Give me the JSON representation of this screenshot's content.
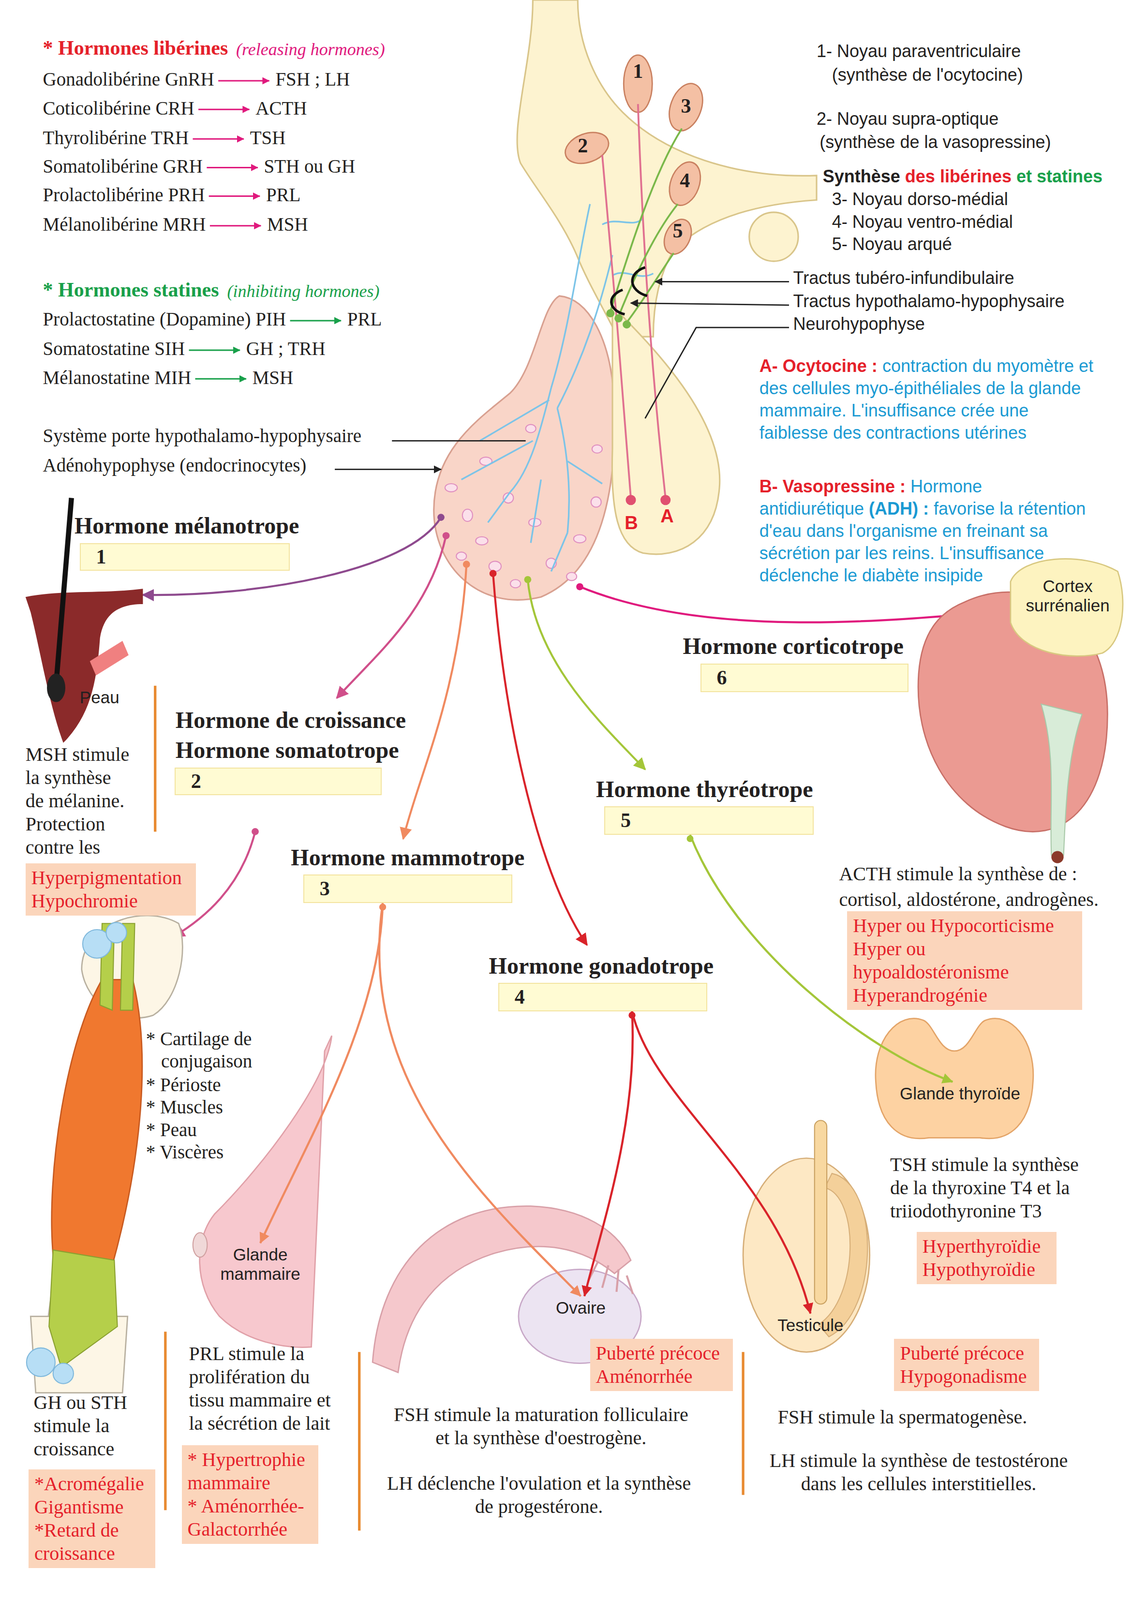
{
  "diagram": {
    "nodes": [
      {
        "text": [
          "Hormone mélanotrope",
          "1"
        ]
      },
      {
        "text": [
          "Peau"
        ]
      },
      {
        "text": [
          "Hyperpigmentation",
          "Hypochromie"
        ]
      },
      {
        "text": [
          "Hormone de croissance Hormone somatotrope",
          "2"
        ]
      },
      {
        "text": [
          "Hormone mammotrope",
          "3"
        ]
      },
      {
        "text": [
          "Hormone gonadotrope",
          "4"
        ]
      },
      {
        "text": [
          "Hormone thyréotrope",
          "5"
        ]
      },
      {
        "text": [
          "Hormone corticotrope",
          "6"
        ]
      },
      {
        "text": [
          "Cortex surrénalien"
        ]
      },
      {
        "text": [
          "Hyper ou Hypocorticisme",
          "Hyper ou hypoaldostéronisme",
          "Hyperandrogénie"
        ]
      },
      {
        "text": [
          "*Acromégalie Gigantisme",
          "*Retard de croissance"
        ]
      },
      {
        "text": [
          "Glande mammaire"
        ]
      },
      {
        "text": [
          "* Hypertrophie mammaire",
          "* Aménorrhée-Galactorrhée"
        ]
      },
      {
        "text": [
          "Ovaire"
        ]
      },
      {
        "text": [
          "Puberté précoce",
          "Aménorrhée"
        ]
      },
      {
        "text": [
          "Testicule"
        ]
      },
      {
        "text": [
          "Puberté précoce",
          "Hypogonadisme"
        ]
      },
      {
        "text": [
          "Glande thyroïde"
        ]
      },
      {
        "text": [
          "Hyperthyroïdie",
          "Hypothyroïdie"
        ]
      }
    ],
    "edges": [
      {
        "from": 4,
        "to": 11,
        "arrow": "to"
      },
      {
        "from": 4,
        "to": 13,
        "arrow": "to"
      },
      {
        "from": 5,
        "to": 13,
        "arrow": "to"
      },
      {
        "from": 5,
        "to": 15,
        "arrow": "to"
      },
      {
        "from": 6,
        "to": 17,
        "arrow": "to"
      }
    ],
    "labels": [
      "* Hormones libérines",
      "(releasing hormones)",
      "Gonadolibérine GnRH",
      "FSH ; LH",
      "Coticolibérine CRH",
      "ACTH",
      "Thyrolibérine TRH",
      "TSH",
      "Somatolibérine GRH",
      "STH ou GH",
      "Prolactolibérine PRH",
      "PRL",
      "Mélanolibérine MRH",
      "MSH",
      "* Hormones statines",
      "(inhibiting hormones)",
      "Prolactostatine (Dopamine) PIH",
      "PRL",
      "Somatostatine SIH",
      "GH ; TRH",
      "Mélanostatine MIH",
      "MSH",
      "Système porte hypothalamo-hypophysaire",
      "Adénohypophyse (endocrinocytes)",
      "1- Noyau paraventriculaire",
      "(synthèse de l'ocytocine)",
      "2- Noyau supra-optique",
      "(synthèse de la vasopressine)",
      "Synthèse",
      "des libérines",
      "et statines",
      "3- Noyau dorso-médial",
      "4- Noyau ventro-médial",
      "5- Noyau arqué",
      "Tractus tubéro-infundibulaire",
      "Tractus hypothalamo-hypophysaire",
      "Neurohypophyse",
      "A- Ocytocine :",
      "contraction du myomètre et des cellules myo-épithéliales de la glande mammaire. L'insuffisance crée une faiblesse des contractions utérines",
      "B- Vasopressine :",
      "Hormone antidiurétique",
      "(ADH) :",
      "favorise la rétention d'eau dans l'organisme en freinant sa sécrétion par les reins. L'insuffisance déclenche le diabète insipide",
      "1",
      "2",
      "3",
      "4",
      "5",
      "B",
      "A",
      "MSH stimule la synthèse de mélanine. Protection contre les UV",
      "* Cartilage de conjugaison",
      "* Périoste",
      "* Muscles",
      "* Peau",
      "* Viscères",
      "GH ou STH stimule la croissance",
      "PRL stimule la prolifération du tissu mammaire et la sécrétion de lait",
      "FSH stimule la maturation folliculaire et la synthèse d'oestrogène.",
      "LH déclenche l'ovulation et la synthèse de progestérone.",
      "FSH stimule la spermatogenèse.",
      "LH stimule la synthèse de testostérone dans les cellules interstitielles.",
      "TSH stimule la synthèse de la thyroxine T4 et la triiodothyronine T3",
      "ACTH stimule la synthèse de :",
      "cortisol, aldostérone, androgènes."
    ]
  }
}
